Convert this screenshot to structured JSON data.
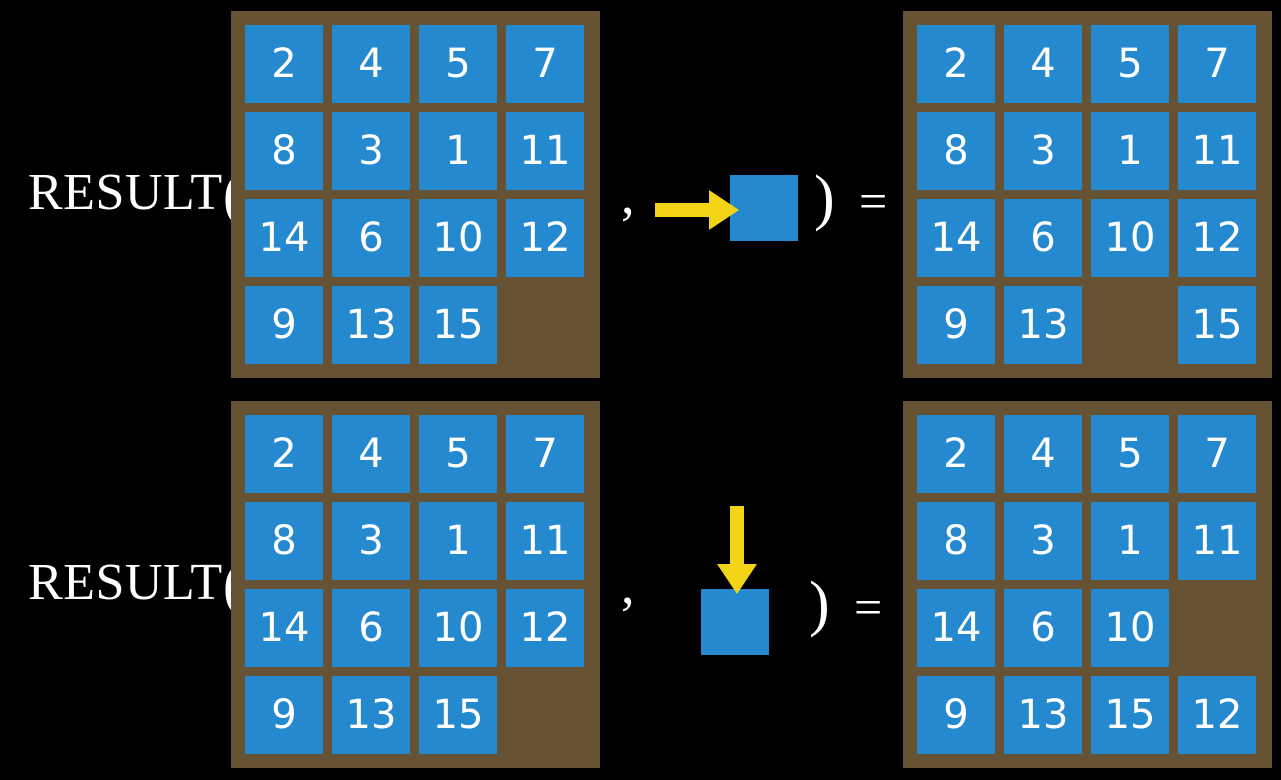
{
  "page": {
    "background_color": "#000000",
    "board_color": "#665333",
    "tile_color": "#2589d0",
    "tile_text_color": "#ffffff",
    "arrow_color": "#f3d417",
    "text_color": "#ffffff"
  },
  "rows": [
    {
      "id": "row-right-move",
      "label": "RESULT",
      "open_paren": "(",
      "comma": ",",
      "close_paren": ")",
      "equals": "=",
      "move": {
        "direction": "right",
        "arrow_icon": "arrow-right-icon",
        "tile_label": ""
      },
      "input_board": {
        "rows": [
          [
            "2",
            "4",
            "5",
            "7"
          ],
          [
            "8",
            "3",
            "1",
            "11"
          ],
          [
            "14",
            "6",
            "10",
            "12"
          ],
          [
            "9",
            "13",
            "15",
            ""
          ]
        ]
      },
      "output_board": {
        "rows": [
          [
            "2",
            "4",
            "5",
            "7"
          ],
          [
            "8",
            "3",
            "1",
            "11"
          ],
          [
            "14",
            "6",
            "10",
            "12"
          ],
          [
            "9",
            "13",
            "",
            "15"
          ]
        ]
      }
    },
    {
      "id": "row-down-move",
      "label": "RESULT",
      "open_paren": "(",
      "comma": ",",
      "close_paren": ")",
      "equals": "=",
      "move": {
        "direction": "down",
        "arrow_icon": "arrow-down-icon",
        "tile_label": ""
      },
      "input_board": {
        "rows": [
          [
            "2",
            "4",
            "5",
            "7"
          ],
          [
            "8",
            "3",
            "1",
            "11"
          ],
          [
            "14",
            "6",
            "10",
            "12"
          ],
          [
            "9",
            "13",
            "15",
            ""
          ]
        ]
      },
      "output_board": {
        "rows": [
          [
            "2",
            "4",
            "5",
            "7"
          ],
          [
            "8",
            "3",
            "1",
            "11"
          ],
          [
            "14",
            "6",
            "10",
            ""
          ],
          [
            "9",
            "13",
            "15",
            "12"
          ]
        ]
      }
    }
  ]
}
